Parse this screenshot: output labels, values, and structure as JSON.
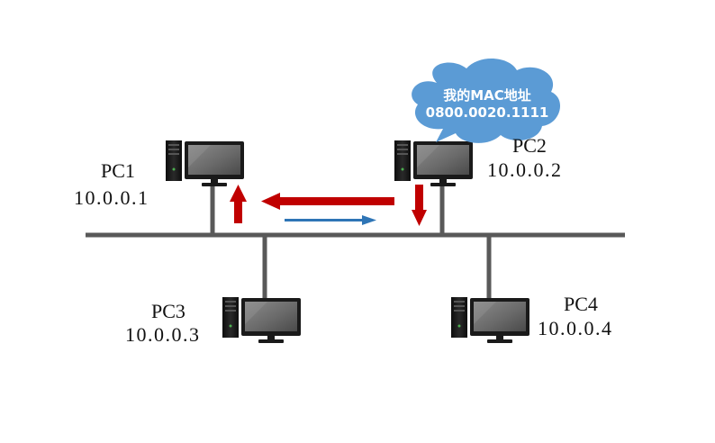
{
  "pcs": [
    {
      "id": "pc1",
      "name": "PC1",
      "ip": "10.0.0.1"
    },
    {
      "id": "pc2",
      "name": "PC2",
      "ip": "10.0.0.2"
    },
    {
      "id": "pc3",
      "name": "PC3",
      "ip": "10.0.0.3"
    },
    {
      "id": "pc4",
      "name": "PC4",
      "ip": "10.0.0.4"
    }
  ],
  "bubble": {
    "line1": "我的MAC地址",
    "line2": "0800.0020.1111"
  },
  "colors": {
    "bus": "#595959",
    "reply_arrow": "#c00000",
    "request_arrow": "#2e75b6",
    "bubble": "#5b9bd5",
    "monitor_frame": "#1a1a1a",
    "monitor_screen": "#6b6b6b"
  }
}
